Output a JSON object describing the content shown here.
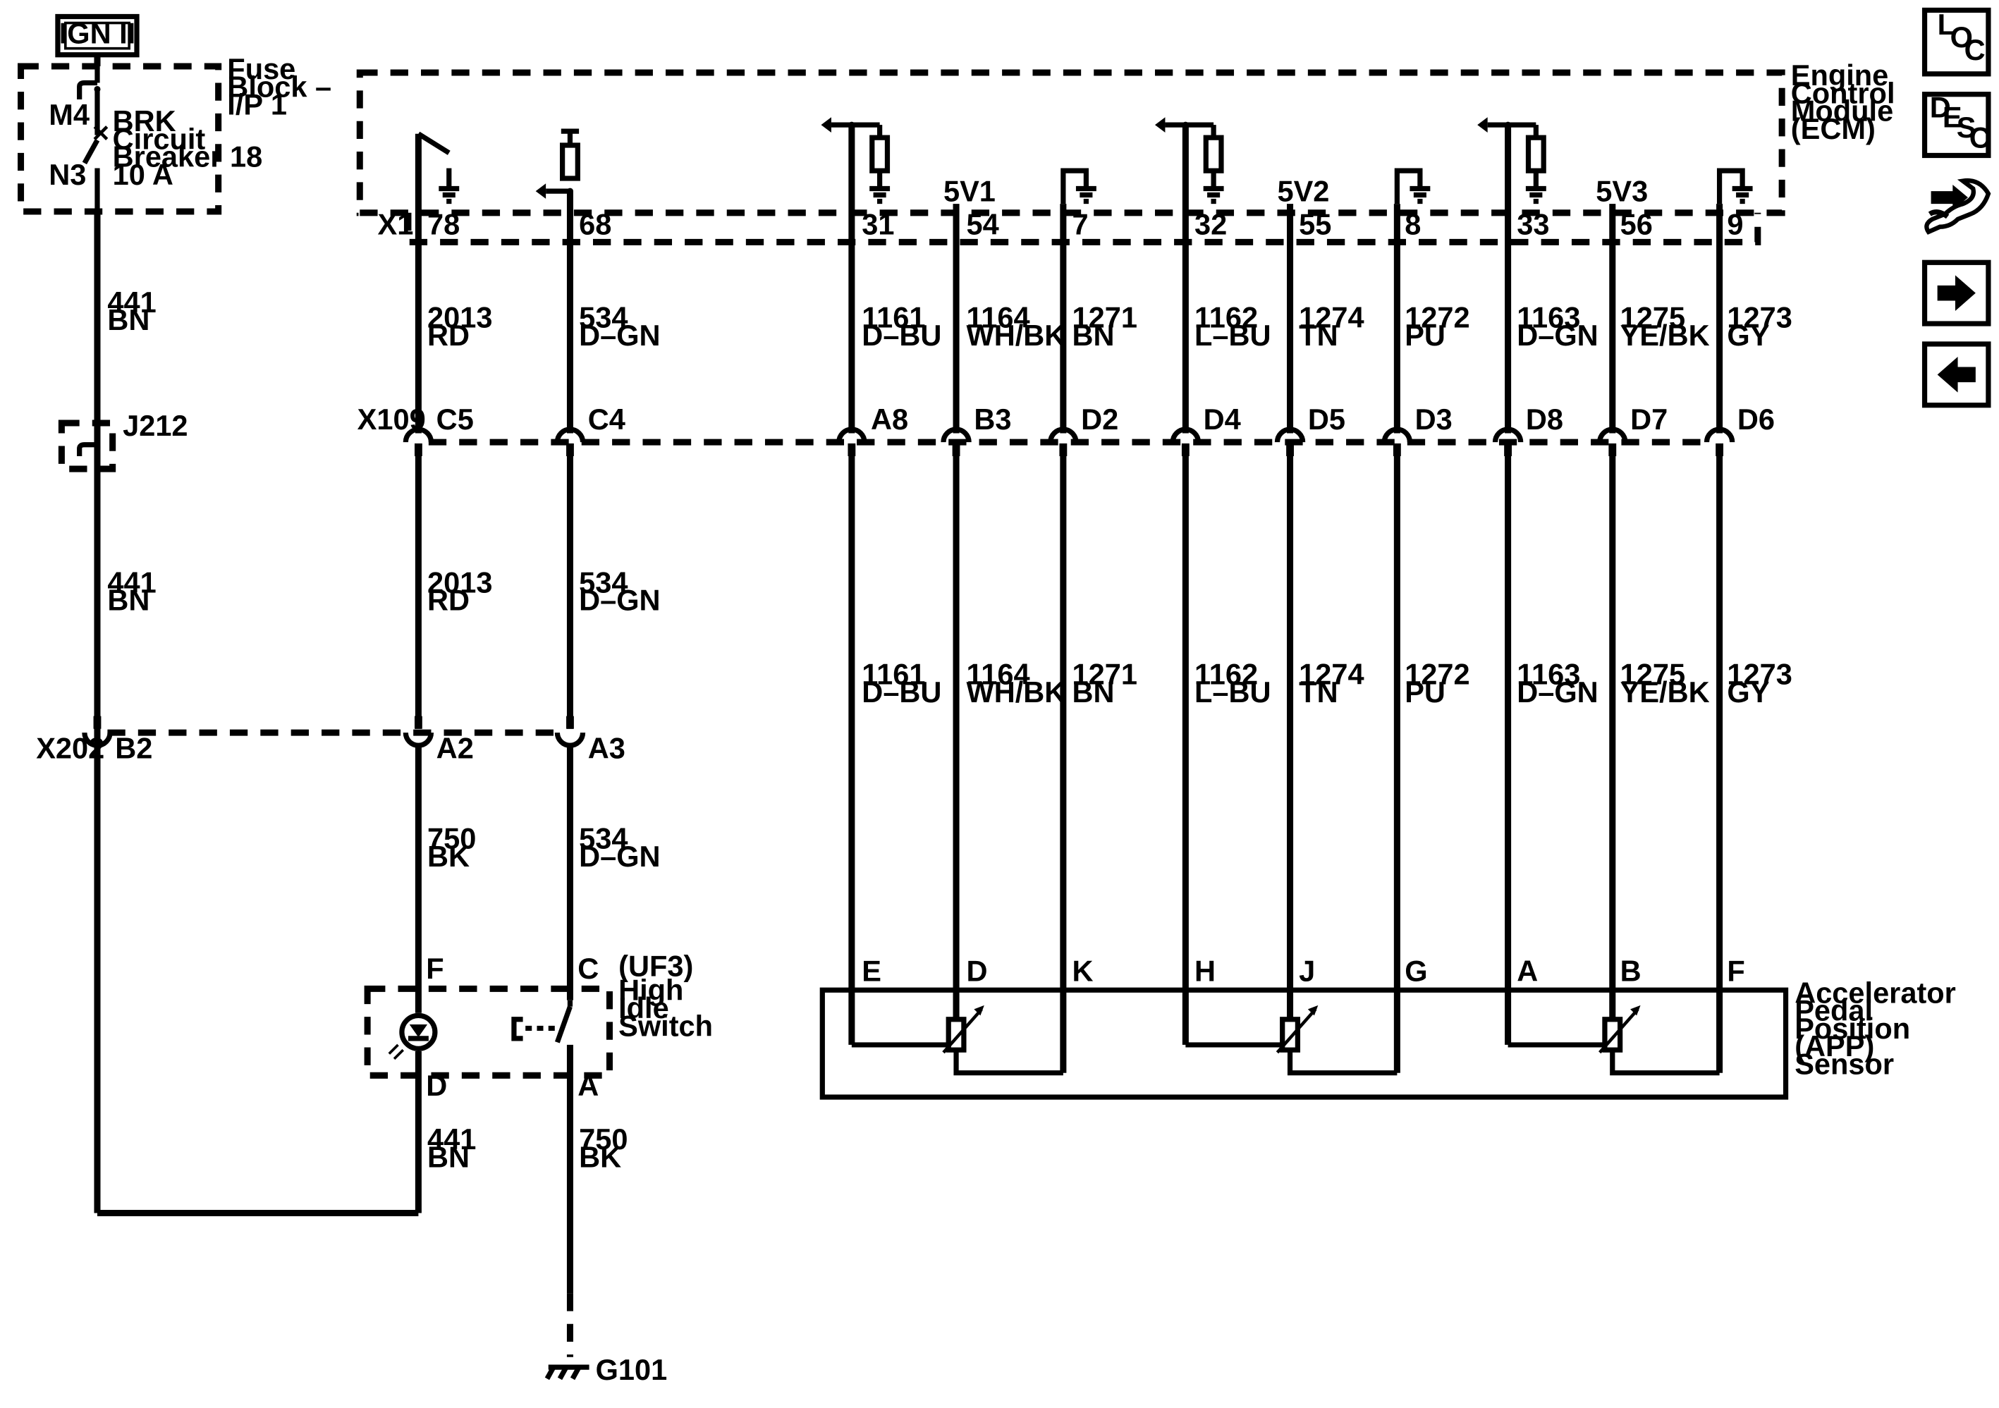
{
  "ign": "IGN II",
  "fuse_block": {
    "title": [
      "Fuse",
      "Block –",
      "I/P 1"
    ],
    "m4": "M4",
    "n3": "N3",
    "breaker": [
      "BRK",
      "Circuit",
      "Breaker 18",
      "10 A"
    ]
  },
  "ecm": {
    "title": [
      "Engine",
      "Control",
      "Module",
      "(ECM)"
    ],
    "connector": "X1",
    "pins": [
      "78",
      "68",
      "31",
      "54",
      "7",
      "32",
      "55",
      "8",
      "33",
      "56",
      "9"
    ],
    "refs": [
      "5V1",
      "5V2",
      "5V3"
    ]
  },
  "x109": {
    "name": "X109",
    "pins": [
      "C5",
      "C4",
      "A8",
      "B3",
      "D2",
      "D4",
      "D5",
      "D3",
      "D8",
      "D7",
      "D6"
    ]
  },
  "x202": {
    "name": "X202",
    "pins": [
      "B2",
      "A2",
      "A3"
    ]
  },
  "j212": "J212",
  "wires": {
    "w441": [
      "441",
      "BN"
    ],
    "w2013": [
      "2013",
      "RD"
    ],
    "w534": [
      "534",
      "D–GN"
    ],
    "w750": [
      "750",
      "BK"
    ],
    "w1161": [
      "1161",
      "D–BU"
    ],
    "w1164": [
      "1164",
      "WH/BK"
    ],
    "w1271": [
      "1271",
      "BN"
    ],
    "w1162": [
      "1162",
      "L–BU"
    ],
    "w1274": [
      "1274",
      "TN"
    ],
    "w1272": [
      "1272",
      "PU"
    ],
    "w1163": [
      "1163",
      "D–GN"
    ],
    "w1275": [
      "1275",
      "YE/BK"
    ],
    "w1273": [
      "1273",
      "GY"
    ]
  },
  "switch": {
    "title": [
      "(UF3)",
      "High",
      "Idle",
      "Switch"
    ],
    "pins": [
      "F",
      "C",
      "D",
      "A"
    ]
  },
  "app": {
    "title": [
      "Accelerator",
      "Pedal",
      "Position",
      "(APP)",
      "Sensor"
    ],
    "pins": [
      "E",
      "D",
      "K",
      "H",
      "J",
      "G",
      "A",
      "B",
      "F"
    ]
  },
  "ground": "G101",
  "nav": {
    "loc": [
      "L",
      "O",
      "C"
    ],
    "desc": [
      "D",
      "E",
      "S",
      "C"
    ],
    "icons": [
      "connector-wrench-icon",
      "arrow-right-icon",
      "arrow-left-icon"
    ]
  }
}
